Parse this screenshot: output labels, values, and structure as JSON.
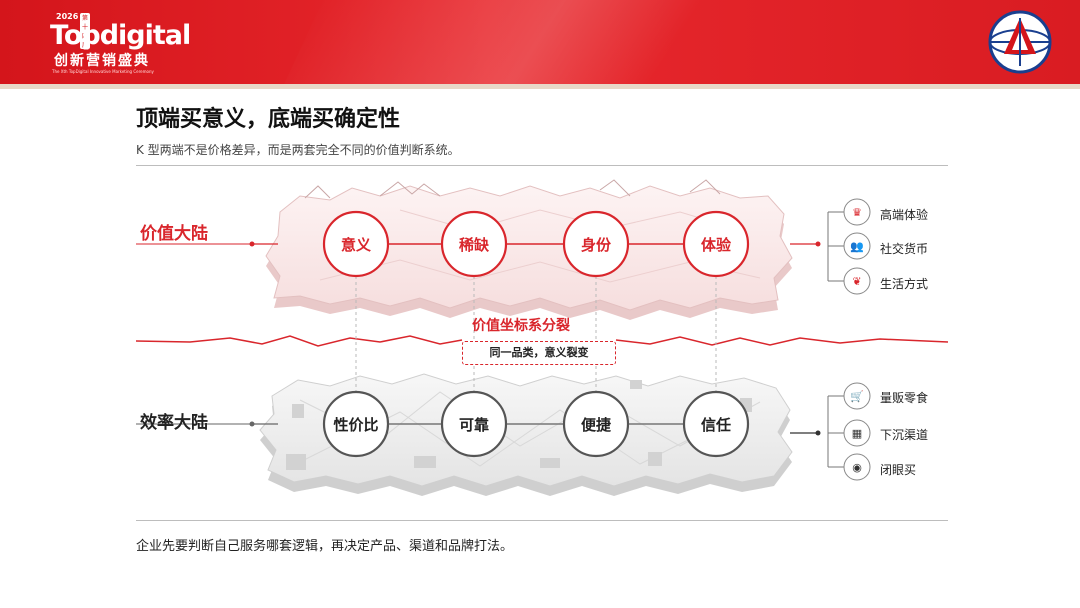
{
  "header": {
    "logo_year": "2026",
    "logo_badge": "第十四届",
    "logo_word": "Topdigital",
    "logo_cn": "创新营销盛典",
    "logo_sub": "The Xth TopDigital Innovative Marketing Ceremony"
  },
  "title": "顶端买意义，底端买确定性",
  "subtitle": "K 型两端不是价格差异，而是两套完全不同的价值判断系统。",
  "top_continent": {
    "label": "价值大陆",
    "nodes": [
      "意义",
      "稀缺",
      "身份",
      "体验"
    ],
    "legend": [
      {
        "icon": "crown-icon",
        "text": "高端体验"
      },
      {
        "icon": "people-icon",
        "text": "社交货币"
      },
      {
        "icon": "leaf-icon",
        "text": "生活方式"
      }
    ]
  },
  "bottom_continent": {
    "label": "效率大陆",
    "nodes": [
      "性价比",
      "可靠",
      "便捷",
      "信任"
    ],
    "legend": [
      {
        "icon": "cart-icon",
        "text": "量贩零食"
      },
      {
        "icon": "store-icon",
        "text": "下沉渠道"
      },
      {
        "icon": "eye-icon",
        "text": "闭眼买"
      }
    ]
  },
  "rift": {
    "title": "价值坐标系分裂",
    "note": "同一品类，意义裂变"
  },
  "footer": "企业先要判断自己服务哪套逻辑，再决定产品、渠道和品牌打法。",
  "colors": {
    "accent_red": "#d9262c",
    "header_red": "#d4151b",
    "text_dark": "#222222",
    "gray_line": "#888888"
  }
}
